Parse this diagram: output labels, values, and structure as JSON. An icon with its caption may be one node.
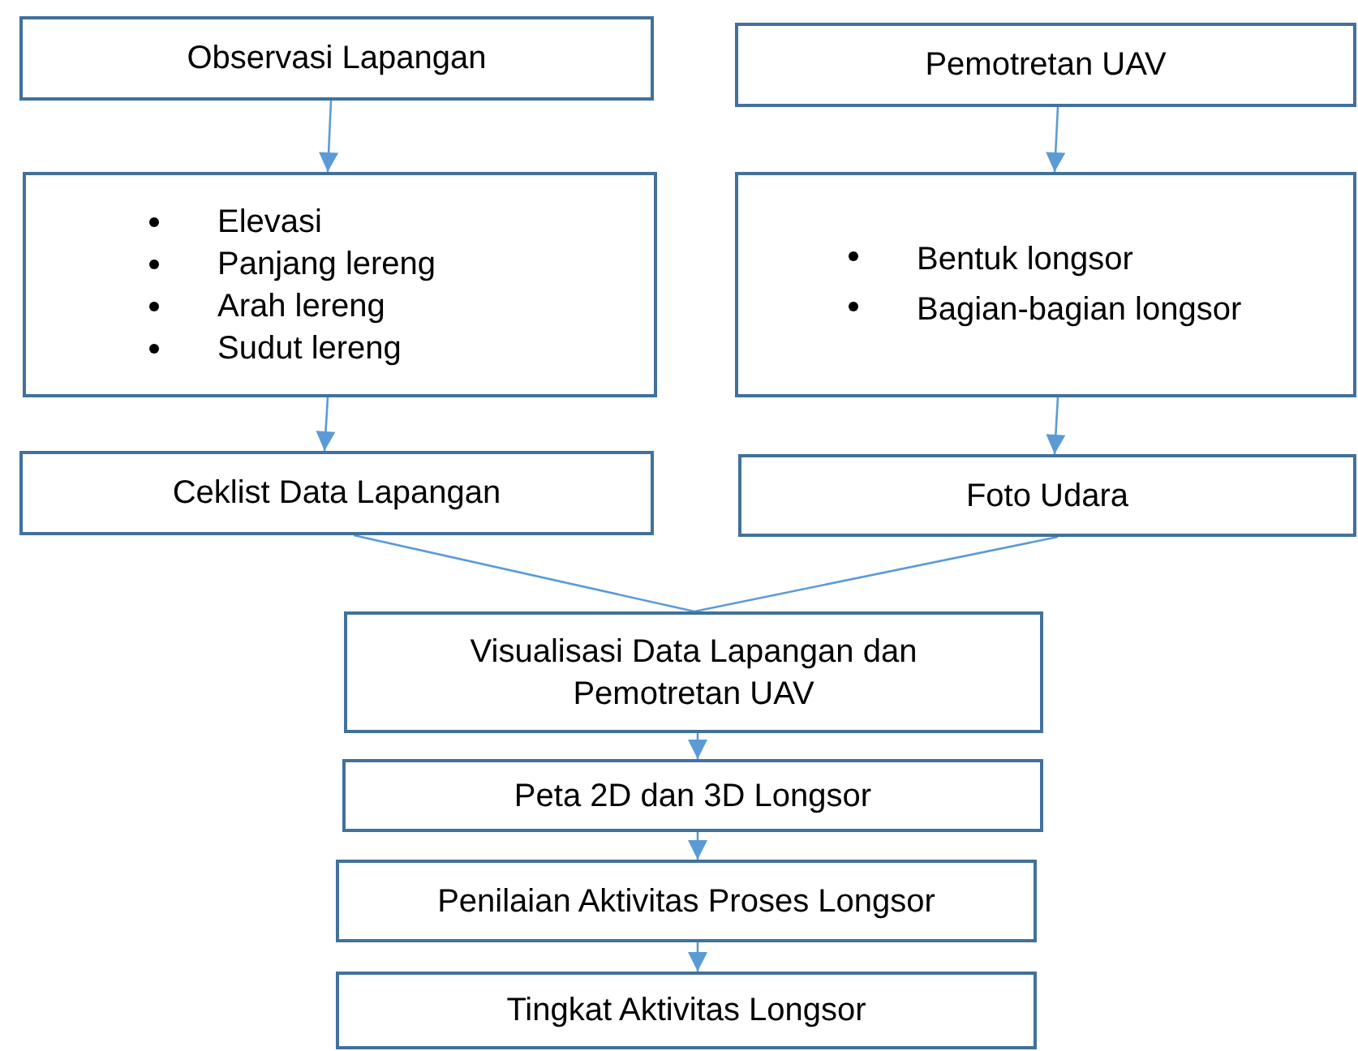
{
  "diagram": {
    "nodes": [
      {
        "text": [
          "Observasi Lapangan"
        ]
      },
      {
        "text": [
          "Elevasi",
          "Panjang lereng",
          "Arah lereng",
          "Sudut lereng"
        ]
      },
      {
        "text": [
          "Ceklist Data Lapangan"
        ]
      },
      {
        "text": [
          "Pemotretan UAV"
        ]
      },
      {
        "text": [
          "Bentuk longsor",
          "Bagian-bagian longsor"
        ]
      },
      {
        "text": [
          "Foto Udara"
        ]
      },
      {
        "text": [
          "Visualisasi Data Lapangan dan Pemotretan UAV"
        ]
      },
      {
        "text": [
          "Peta 2D dan 3D Longsor"
        ]
      },
      {
        "text": [
          "Penilaian Aktivitas Proses Longsor"
        ]
      },
      {
        "text": [
          "Tingkat Aktivitas Longsor"
        ]
      }
    ],
    "edges": [
      {
        "from": 0,
        "to": 1,
        "arrow": "to"
      },
      {
        "from": 3,
        "to": 4,
        "arrow": "to"
      },
      {
        "from": 1,
        "to": 2,
        "arrow": "to"
      },
      {
        "from": 4,
        "to": 5,
        "arrow": "to"
      },
      {
        "from": 2,
        "to": 6,
        "arrow": "none"
      },
      {
        "from": 5,
        "to": 6,
        "arrow": "none"
      },
      {
        "from": 6,
        "to": 7,
        "arrow": "to"
      },
      {
        "from": 7,
        "to": 8,
        "arrow": "to"
      },
      {
        "from": 8,
        "to": 9,
        "arrow": "to"
      }
    ]
  }
}
